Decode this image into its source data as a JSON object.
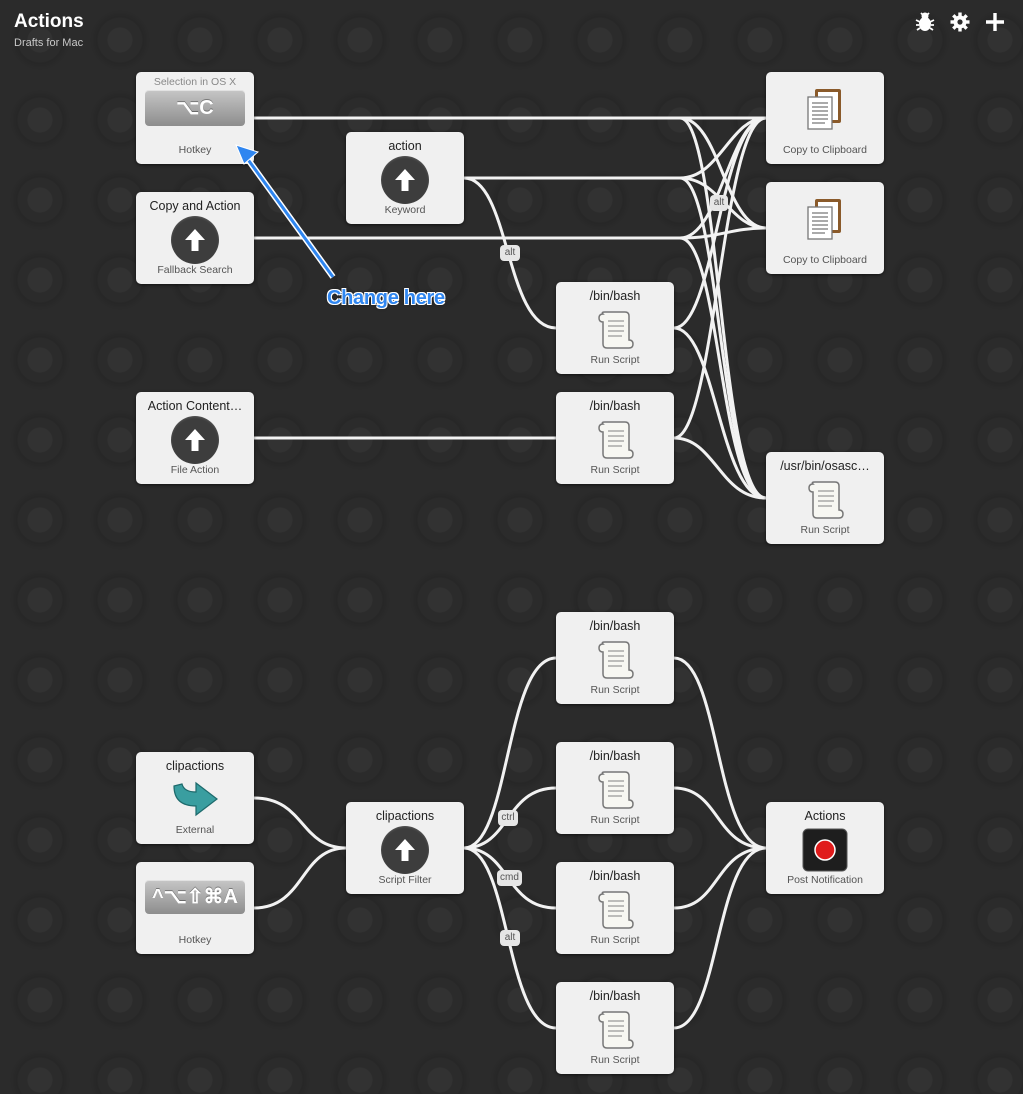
{
  "header": {
    "title": "Actions",
    "subtitle": "Drafts for Mac",
    "icons": [
      "bug-icon",
      "gear-icon",
      "plus-icon"
    ]
  },
  "annotation": {
    "text": "Change here"
  },
  "nodes": {
    "hotkey_top": {
      "title": "Selection in OS X",
      "key": "⌥C",
      "label": "Hotkey"
    },
    "copy_and_action": {
      "title": "Copy and Action",
      "label": "Fallback Search"
    },
    "keyword_action": {
      "title": "action",
      "label": "Keyword"
    },
    "action_contents": {
      "title": "Action Content…",
      "label": "File Action"
    },
    "bash_1": {
      "title": "/bin/bash",
      "label": "Run Script"
    },
    "bash_2": {
      "title": "/bin/bash",
      "label": "Run Script"
    },
    "clip_1": {
      "title": "",
      "label": "Copy to Clipboard"
    },
    "clip_2": {
      "title": "",
      "label": "Copy to Clipboard"
    },
    "osascript": {
      "title": "/usr/bin/osasc…",
      "label": "Run Script"
    },
    "external": {
      "title": "clipactions",
      "label": "External"
    },
    "hotkey_bottom": {
      "title": "",
      "key": "^⌥⇧⌘A",
      "label": "Hotkey"
    },
    "script_filter": {
      "title": "clipactions",
      "label": "Script Filter"
    },
    "bash_3": {
      "title": "/bin/bash",
      "label": "Run Script"
    },
    "bash_4": {
      "title": "/bin/bash",
      "label": "Run Script"
    },
    "bash_5": {
      "title": "/bin/bash",
      "label": "Run Script"
    },
    "bash_6": {
      "title": "/bin/bash",
      "label": "Run Script"
    },
    "notification": {
      "title": "Actions",
      "label": "Post Notification"
    }
  },
  "modifiers": {
    "alt_keyword": "alt",
    "alt_right": "alt",
    "ctrl": "ctrl",
    "cmd": "cmd",
    "alt_filter": "alt"
  },
  "colors": {
    "background": "#2b2b2b",
    "node": "#f0f0f0",
    "wire": "#f2f2f2",
    "callout": "#2f86f0",
    "external_arrow": "#3a9ea0",
    "record_dot": "#e01b1b"
  }
}
